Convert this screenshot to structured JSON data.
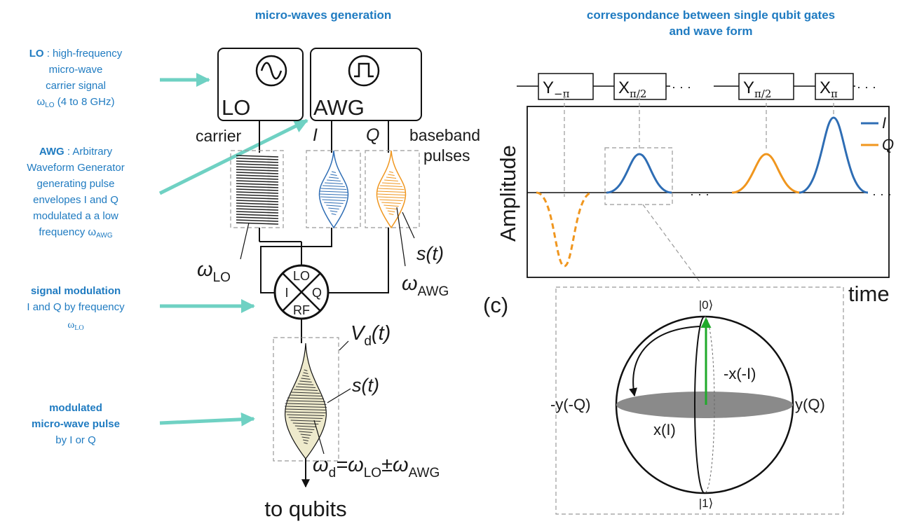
{
  "titles": {
    "left": "micro-waves generation",
    "right_line1": "correspondance between single qubit gates",
    "right_line2": "and wave form"
  },
  "annotations": {
    "lo": {
      "bold": "LO",
      "rest": " : high-frequency",
      "lines": [
        "micro-wave",
        "carrier signal"
      ],
      "omega": "ω",
      "omega_sub": "LO",
      "range": " (4 to 8 GHz)"
    },
    "awg": {
      "bold": "AWG",
      "rest": " : Arbitrary",
      "lines": [
        "Waveform Generator",
        "generating pulse",
        "envelopes I and Q",
        "modulated a a low"
      ],
      "last_prefix": "frequency ω",
      "last_sub": "AWG"
    },
    "mod": {
      "bold": "signal modulation",
      "line2": "I and Q by frequency",
      "omega": "ω",
      "omega_sub": "LO"
    },
    "pulse": {
      "bold1": "modulated",
      "bold2": "micro-wave pulse",
      "line3": "by I or Q"
    }
  },
  "left_diagram": {
    "lo_box": "LO",
    "awg_box": "AWG",
    "carrier": "carrier",
    "I": "I",
    "Q": "Q",
    "baseband1": "baseband",
    "baseband2": "pulses",
    "omega_lo": "ω",
    "omega_lo_sub": "LO",
    "s_t": "s(t)",
    "omega_awg": "ω",
    "omega_awg_sub": "AWG",
    "mixer": {
      "top": "LO",
      "left": "I",
      "right": "Q",
      "bottom": "RF"
    },
    "vd": "V",
    "vd_sub": "d",
    "vd_arg": "(t)",
    "s_t2": "s(t)",
    "omega_d": "ω",
    "omega_d_sub": "d",
    "eq": "=ω",
    "eq_sub1": "LO",
    "pm": "±ω",
    "eq_sub2": "AWG",
    "to_qubits": "to qubits",
    "panel_label": "(c)"
  },
  "right_diagram": {
    "gates": [
      {
        "base": "Y",
        "sub": "−π"
      },
      {
        "base": "X",
        "sub": "π/2"
      },
      {
        "base": "Y",
        "sub": "π/2"
      },
      {
        "base": "X",
        "sub": "π"
      }
    ],
    "dots": "· · ·",
    "ylabel": "Amplitude",
    "xlabel": "time",
    "legend_I": "I",
    "legend_Q": "Q",
    "bloch": {
      "ket0": "|0⟩",
      "ket1": "|1⟩",
      "mx": "-x(-I)",
      "my": "-y(-Q)",
      "py": "y(Q)",
      "px": "x(I)"
    }
  },
  "colors": {
    "I": "#2e6db4",
    "Q": "#f0961e",
    "annotation": "#1f7bc1",
    "arrow": "#6fd1c3",
    "bloch_arrow": "#1faa2a"
  }
}
